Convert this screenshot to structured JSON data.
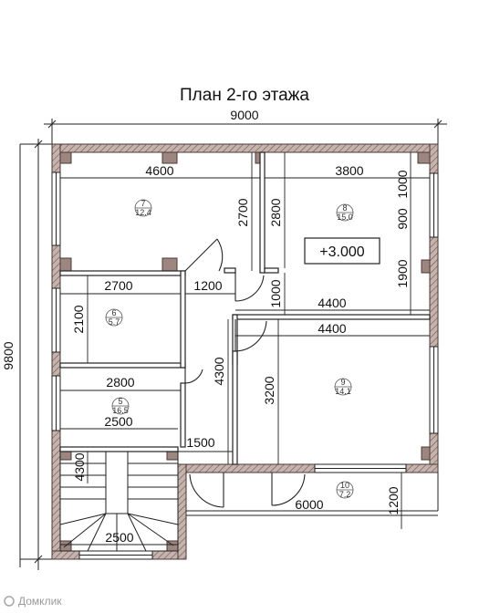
{
  "title": "План 2-го этажа",
  "dimensions": {
    "overall_width": "9000",
    "overall_height": "9800",
    "room7_width": "4600",
    "room8_width": "3800",
    "room7_height": "2700",
    "room8_left_height": "2800",
    "room8_right_top": "1000",
    "window_right": "900",
    "room8_right_lower": "1900",
    "room6_width": "2700",
    "door_gap": "1200",
    "corridor_height": "1000",
    "room9_width_top": "4400",
    "room9_width_bottom": "4400",
    "room6_height": "2100",
    "hall_height": "4300",
    "room9_height": "3200",
    "room5_width": "2800",
    "stair_width_top": "2500",
    "stair_landing": "1500",
    "stair_depth": "4300",
    "stair_width_bottom": "2500",
    "balcony_width": "6000",
    "balcony_depth": "1200"
  },
  "rooms": [
    {
      "number": "7",
      "area": "12.4"
    },
    {
      "number": "8",
      "area": "15.0"
    },
    {
      "number": "6",
      "area": "5.7"
    },
    {
      "number": "9",
      "area": "14.1"
    },
    {
      "number": "5",
      "area": "16.5"
    },
    {
      "number": "10",
      "area": "7.2"
    }
  ],
  "level_mark": "+3.000",
  "watermark": "Домклик",
  "colors": {
    "wall_fill": "#b9a39d",
    "wall_stroke": "#4a3a36",
    "line": "#222222"
  }
}
